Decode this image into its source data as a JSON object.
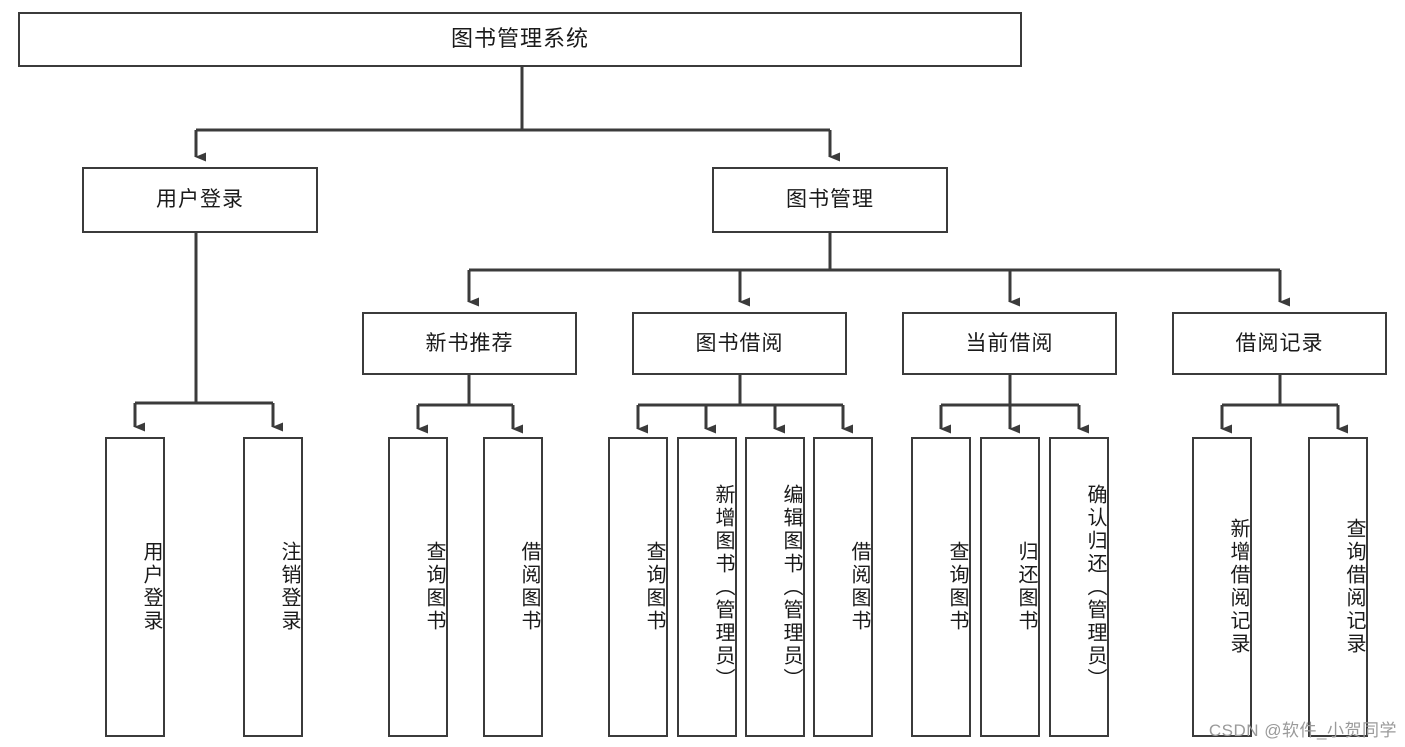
{
  "diagram": {
    "title": "图书管理系统",
    "type": "tree-hierarchy",
    "watermark": "CSDN @软件_小贺同学",
    "colors": {
      "stroke": "#3b3b3b",
      "fill": "#ffffff",
      "text": "#1a1a1a",
      "watermark": "#9a9a9a"
    },
    "levels": {
      "level1": [
        {
          "id": "root",
          "label": "图书管理系统"
        }
      ],
      "level2": [
        {
          "id": "user-login",
          "label": "用户登录"
        },
        {
          "id": "book-manage",
          "label": "图书管理"
        }
      ],
      "level3": [
        {
          "id": "new-book-rec",
          "label": "新书推荐"
        },
        {
          "id": "book-borrow",
          "label": "图书借阅"
        },
        {
          "id": "current-borrow",
          "label": "当前借阅"
        },
        {
          "id": "borrow-record",
          "label": "借阅记录"
        }
      ],
      "level4": [
        {
          "id": "leaf-user-login",
          "label": "用户登录",
          "parent": "user-login"
        },
        {
          "id": "leaf-user-logout",
          "label": "注销登录",
          "parent": "user-login"
        },
        {
          "id": "leaf-query-book-1",
          "label": "查询图书",
          "parent": "new-book-rec"
        },
        {
          "id": "leaf-borrow-book-1",
          "label": "借阅图书",
          "parent": "new-book-rec"
        },
        {
          "id": "leaf-query-book-2",
          "label": "查询图书",
          "parent": "book-borrow"
        },
        {
          "id": "leaf-add-book",
          "label": "新增图书（管理员）",
          "parent": "book-borrow"
        },
        {
          "id": "leaf-edit-book",
          "label": "编辑图书（管理员）",
          "parent": "book-borrow"
        },
        {
          "id": "leaf-borrow-book-2",
          "label": "借阅图书",
          "parent": "book-borrow"
        },
        {
          "id": "leaf-query-book-3",
          "label": "查询图书",
          "parent": "current-borrow"
        },
        {
          "id": "leaf-return-book",
          "label": "归还图书",
          "parent": "current-borrow"
        },
        {
          "id": "leaf-confirm-return",
          "label": "确认归还（管理员）",
          "parent": "current-borrow"
        },
        {
          "id": "leaf-add-record",
          "label": "新增借阅记录",
          "parent": "borrow-record"
        },
        {
          "id": "leaf-query-record",
          "label": "查询借阅记录",
          "parent": "borrow-record"
        }
      ]
    }
  }
}
